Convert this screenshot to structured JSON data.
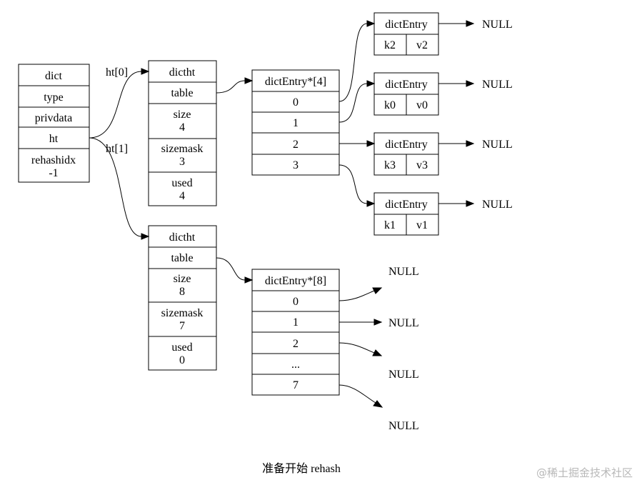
{
  "caption": "准备开始 rehash",
  "watermark": "@稀土掘金技术社区",
  "dict": {
    "title": "dict",
    "fields": [
      "type",
      "privdata",
      "ht"
    ],
    "rehashidx_label": "rehashidx",
    "rehashidx_value": "-1"
  },
  "ht_labels": [
    "ht[0]",
    "ht[1]"
  ],
  "ht0": {
    "title": "dictht",
    "table": "table",
    "size_label": "size",
    "size_value": "4",
    "sizemask_label": "sizemask",
    "sizemask_value": "3",
    "used_label": "used",
    "used_value": "4"
  },
  "ht1": {
    "title": "dictht",
    "table": "table",
    "size_label": "size",
    "size_value": "8",
    "sizemask_label": "sizemask",
    "sizemask_value": "7",
    "used_label": "used",
    "used_value": "0"
  },
  "table0": {
    "title": "dictEntry*[4]",
    "slots": [
      "0",
      "1",
      "2",
      "3"
    ]
  },
  "table1": {
    "title": "dictEntry*[8]",
    "slots": [
      "0",
      "1",
      "2",
      "...",
      "7"
    ]
  },
  "entries": [
    {
      "title": "dictEntry",
      "key": "k2",
      "value": "v2",
      "next": "NULL"
    },
    {
      "title": "dictEntry",
      "key": "k0",
      "value": "v0",
      "next": "NULL"
    },
    {
      "title": "dictEntry",
      "key": "k3",
      "value": "v3",
      "next": "NULL"
    },
    {
      "title": "dictEntry",
      "key": "k1",
      "value": "v1",
      "next": "NULL"
    }
  ],
  "table1_nulls": [
    "NULL",
    "NULL",
    "NULL",
    "NULL"
  ]
}
